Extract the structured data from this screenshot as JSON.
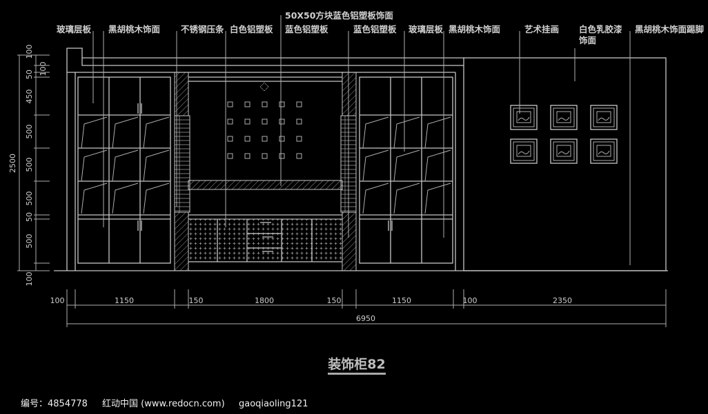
{
  "callouts_top": [
    {
      "text": "玻璃层板"
    },
    {
      "text": "黑胡桃木饰面"
    },
    {
      "text": "不锈钢压条"
    },
    {
      "text": "白色铝塑板"
    },
    {
      "text": "50X50方块蓝色铝塑板饰面"
    },
    {
      "text": "蓝色铝塑板"
    },
    {
      "text": "蓝色铝塑板"
    },
    {
      "text": "玻璃层板"
    },
    {
      "text": "黑胡桃木饰面"
    },
    {
      "text": "艺术挂画"
    },
    {
      "text": "白色乳胶漆"
    },
    {
      "text": "饰面"
    },
    {
      "text": "黑胡桃木饰面踢脚"
    }
  ],
  "vertical_dims": {
    "total": "2500",
    "parts": [
      "100",
      "100",
      "50",
      "450",
      "500",
      "500",
      "500",
      "50",
      "500",
      "100"
    ]
  },
  "horizontal_dims": {
    "parts": [
      "100",
      "1150",
      "150",
      "1800",
      "150",
      "1150",
      "100",
      "2350"
    ],
    "total": "6950"
  },
  "drawing_title": "装饰柜82",
  "footer": {
    "id_text": "编号：4854778",
    "site_text": "红动中国 (www.redocn.com)",
    "author_text": "gaoqiaoling121"
  },
  "colors": {
    "background": "#000000",
    "line": "#c8c8c8"
  }
}
